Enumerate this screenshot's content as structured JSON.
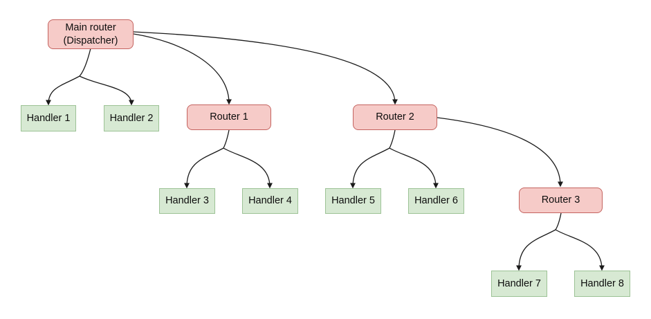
{
  "diagram": {
    "nodes": {
      "main_router": {
        "label": "Main router\n(Dispatcher)",
        "type": "router"
      },
      "handler_1": {
        "label": "Handler 1",
        "type": "handler"
      },
      "handler_2": {
        "label": "Handler 2",
        "type": "handler"
      },
      "router_1": {
        "label": "Router 1",
        "type": "router"
      },
      "router_2": {
        "label": "Router 2",
        "type": "router"
      },
      "handler_3": {
        "label": "Handler 3",
        "type": "handler"
      },
      "handler_4": {
        "label": "Handler 4",
        "type": "handler"
      },
      "handler_5": {
        "label": "Handler 5",
        "type": "handler"
      },
      "handler_6": {
        "label": "Handler 6",
        "type": "handler"
      },
      "router_3": {
        "label": "Router 3",
        "type": "router"
      },
      "handler_7": {
        "label": "Handler 7",
        "type": "handler"
      },
      "handler_8": {
        "label": "Handler 8",
        "type": "handler"
      }
    },
    "edges": [
      {
        "from": "main_router",
        "to": "handler_1"
      },
      {
        "from": "main_router",
        "to": "handler_2"
      },
      {
        "from": "main_router",
        "to": "router_1"
      },
      {
        "from": "main_router",
        "to": "router_2"
      },
      {
        "from": "router_1",
        "to": "handler_3"
      },
      {
        "from": "router_1",
        "to": "handler_4"
      },
      {
        "from": "router_2",
        "to": "handler_5"
      },
      {
        "from": "router_2",
        "to": "handler_6"
      },
      {
        "from": "router_2",
        "to": "router_3"
      },
      {
        "from": "router_3",
        "to": "handler_7"
      },
      {
        "from": "router_3",
        "to": "handler_8"
      }
    ],
    "colors": {
      "router_fill": "#f6cbc8",
      "router_border": "#c4625e",
      "handler_fill": "#d7e9d3",
      "handler_border": "#9cc295",
      "edge": "#1a1a1a",
      "background": "#ffffff",
      "text": "#0d0d0d"
    }
  }
}
